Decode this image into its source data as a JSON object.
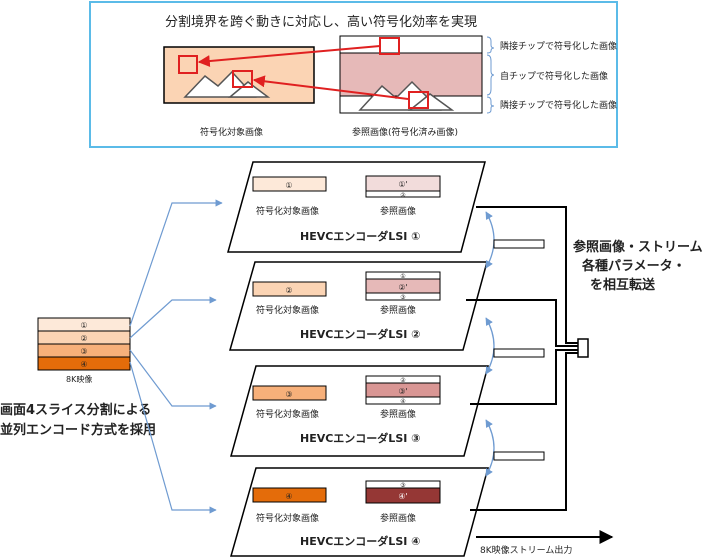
{
  "top_panel": {
    "title": "分割境界を跨ぐ動きに対応し、高い符号化効率を実現",
    "target_label": "符号化対象画像",
    "reference_label": "参照画像(符号化済み画像)",
    "side_label_top": "隣接チップで符号化した画像",
    "side_label_mid": "自チップで符号化した画像",
    "side_label_bottom": "隣接チップで符号化した画像",
    "border_color": "#5bbbe8",
    "arrow_color": "#e02020"
  },
  "source": {
    "slices": [
      "①",
      "②",
      "③",
      "④"
    ],
    "slice_colors": [
      "#fde9d9",
      "#fbd4b4",
      "#f7b07a",
      "#e46c0a"
    ],
    "label": "8K映像",
    "caption_line1": "画面4スライス分割による",
    "caption_line2": "並列エンコード方式を採用"
  },
  "encoders": [
    {
      "title": "HEVCエンコーダLSI ①",
      "target_num": "①",
      "target_color": "#fde9d9",
      "ref_rows": [
        {
          "text": "①'",
          "color": "#f2dcdb"
        },
        {
          "text": "②",
          "color": "#ffffff"
        }
      ],
      "target_label": "符号化対象画像",
      "ref_label": "参照画像"
    },
    {
      "title": "HEVCエンコーダLSI ②",
      "target_num": "②",
      "target_color": "#fbd4b4",
      "ref_rows": [
        {
          "text": "①",
          "color": "#ffffff"
        },
        {
          "text": "②'",
          "color": "#e6b9b8"
        },
        {
          "text": "③",
          "color": "#ffffff"
        }
      ],
      "target_label": "符号化対象画像",
      "ref_label": "参照画像"
    },
    {
      "title": "HEVCエンコーダLSI ③",
      "target_num": "③",
      "target_color": "#f7b07a",
      "ref_rows": [
        {
          "text": "②",
          "color": "#ffffff"
        },
        {
          "text": "③'",
          "color": "#d99694"
        },
        {
          "text": "④",
          "color": "#ffffff"
        }
      ],
      "target_label": "符号化対象画像",
      "ref_label": "参照画像"
    },
    {
      "title": "HEVCエンコーダLSI ④",
      "target_num": "④",
      "target_color": "#e46c0a",
      "ref_rows": [
        {
          "text": "③",
          "color": "#ffffff"
        },
        {
          "text": "④'",
          "color": "#953735"
        }
      ],
      "target_label": "符号化対象画像",
      "ref_label": "参照画像"
    }
  ],
  "transfer_caption_line1": "参照画像・ストリーム",
  "transfer_caption_line2": "各種パラメータ・",
  "transfer_caption_line3": "を相互転送",
  "output_label": "8K映像ストリーム出力",
  "colors": {
    "arrow_blue": "#6f9bd1",
    "line": "#000000"
  }
}
